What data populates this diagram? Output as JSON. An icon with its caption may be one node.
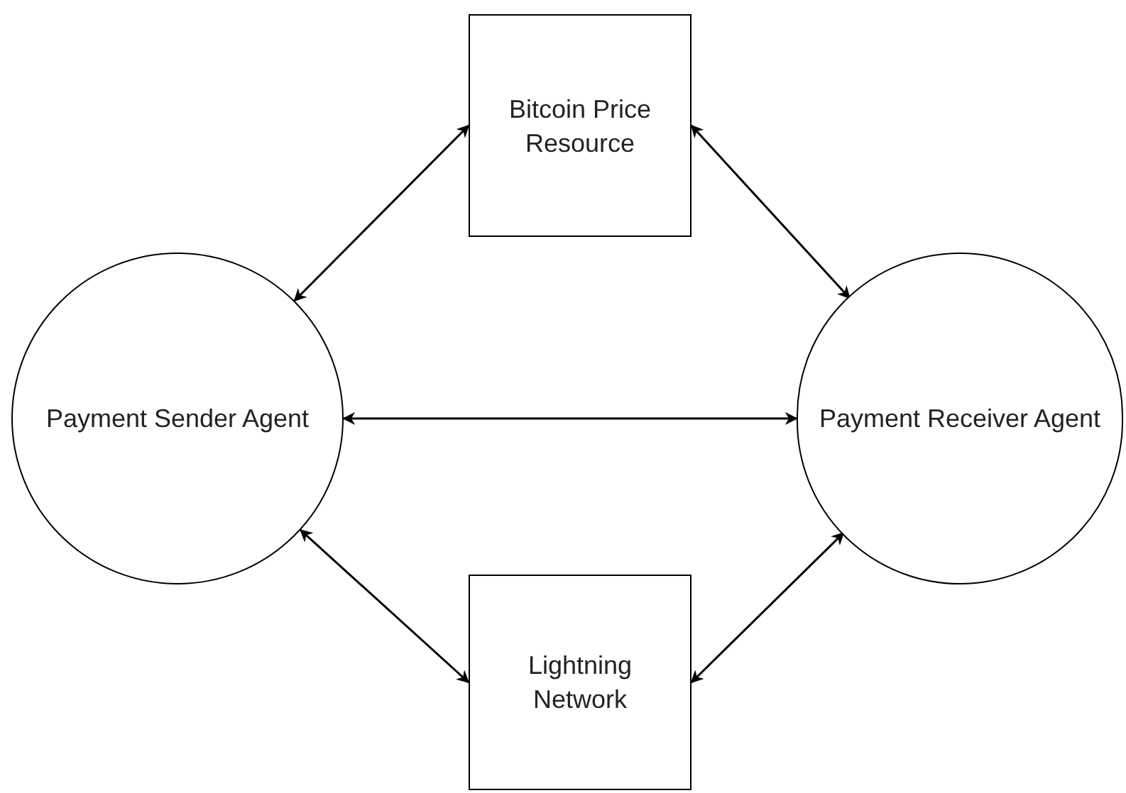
{
  "diagram": {
    "nodes": [
      {
        "text": [
          "Bitcoin Price Resource"
        ]
      },
      {
        "text": [
          "Payment Sender Agent"
        ]
      },
      {
        "text": [
          "Payment Receiver Agent"
        ]
      },
      {
        "text": [
          "Lightning Network"
        ]
      }
    ],
    "edges": [
      {
        "from": 1,
        "to": 0,
        "arrow": "both"
      },
      {
        "from": 0,
        "to": 2,
        "arrow": "both"
      },
      {
        "from": 1,
        "to": 2,
        "arrow": "both"
      },
      {
        "from": 1,
        "to": 3,
        "arrow": "both"
      },
      {
        "from": 3,
        "to": 2,
        "arrow": "both"
      }
    ]
  }
}
